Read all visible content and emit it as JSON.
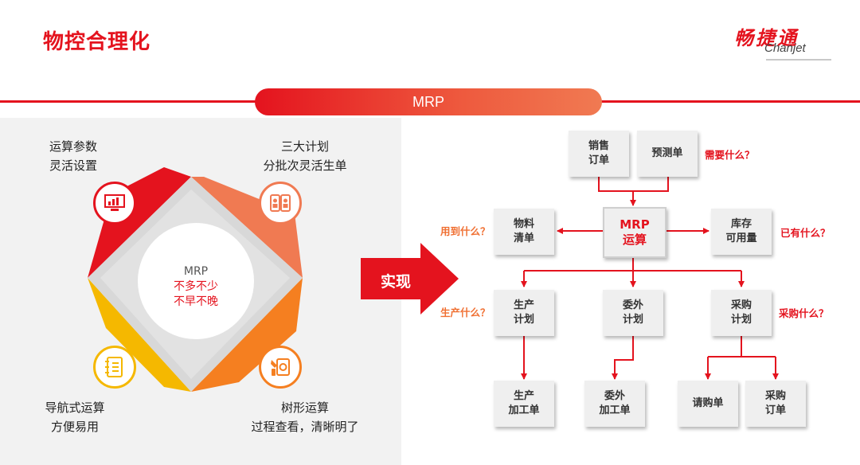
{
  "header": {
    "title": "物控合理化",
    "logo_cn": "畅捷通",
    "logo_en": "Chanjet"
  },
  "banner": {
    "label": "MRP"
  },
  "left_diagram": {
    "center": {
      "line1": "MRP",
      "line2": "不多不少",
      "line3": "不早不晚"
    },
    "quadrants": [
      {
        "line1": "运算参数",
        "line2": "灵活设置",
        "icon": "monitor-chart-icon",
        "color": "#e4131e"
      },
      {
        "line1": "三大计划",
        "line2": "分批次灵活生单",
        "icon": "people-cards-icon",
        "color": "#f07a52"
      },
      {
        "line1": "导航式运算",
        "line2": "方便易用",
        "icon": "notebook-icon",
        "color": "#f5b800"
      },
      {
        "line1": "树形运算",
        "line2": "过程查看，清晰明了",
        "icon": "tools-device-icon",
        "color": "#f57f20"
      }
    ]
  },
  "implement_arrow": {
    "label": "实现"
  },
  "flow": {
    "boxes": {
      "sales_order": "销售\n订单",
      "forecast": "预测单",
      "mrp": "MRP\n运算",
      "bom": "物料\n清单",
      "stock": "库存\n可用量",
      "production_plan": "生产\n计划",
      "outsource_plan": "委外\n计划",
      "purchase_plan": "采购\n计划",
      "production_order": "生产\n加工单",
      "outsource_order": "委外\n加工单",
      "requisition": "请购单",
      "purchase_order": "采购\n订单"
    },
    "questions": {
      "need": "需要什么？",
      "use": "用到什么？",
      "have": "已有什么？",
      "produce": "生产什么？",
      "purchase": "采购什么？"
    }
  },
  "colors": {
    "accent_red": "#e4131e",
    "accent_orange": "#f07a52",
    "accent_yellow": "#f5b800",
    "accent_dark_orange": "#f57f20",
    "panel_gray": "#f2f2f2"
  }
}
